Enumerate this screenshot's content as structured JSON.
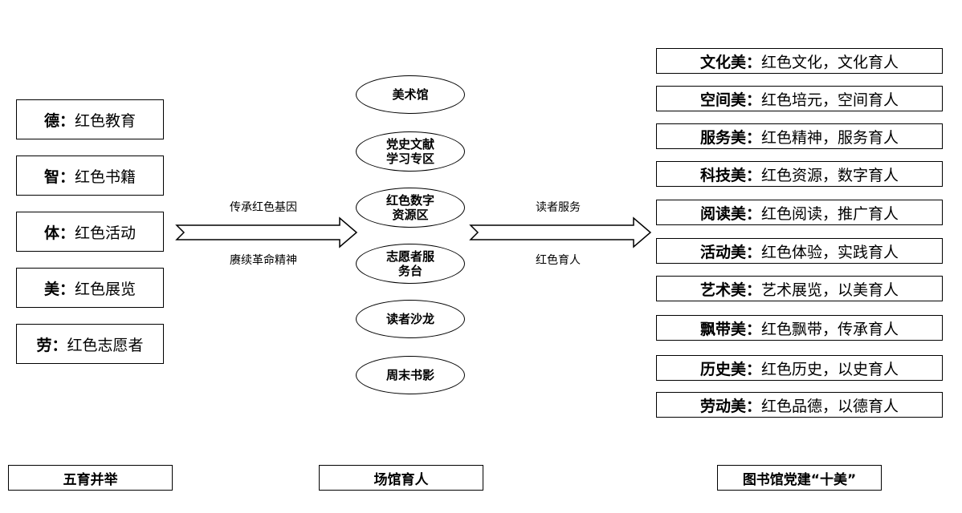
{
  "left": {
    "items": [
      {
        "key": "德",
        "sep": "：",
        "value": "红色教育"
      },
      {
        "key": "智",
        "sep": "：",
        "value": "红色书籍"
      },
      {
        "key": "体",
        "sep": "：",
        "value": "红色活动"
      },
      {
        "key": "美",
        "sep": "：",
        "value": "红色展览"
      },
      {
        "key": "劳",
        "sep": "：",
        "value": "红色志愿者"
      }
    ],
    "footer": "五育并举"
  },
  "arrow1": {
    "top_label": "传承红色基因",
    "bottom_label": "赓续革命精神"
  },
  "center": {
    "ovals": [
      {
        "line1": "美术馆",
        "line2": ""
      },
      {
        "line1": "党史文献",
        "line2": "学习专区"
      },
      {
        "line1": "红色数字",
        "line2": "资源区"
      },
      {
        "line1": "志愿者服",
        "line2": "务台"
      },
      {
        "line1": "读者沙龙",
        "line2": ""
      },
      {
        "line1": "周末书影",
        "line2": ""
      }
    ],
    "footer": "场馆育人"
  },
  "arrow2": {
    "top_label": "读者服务",
    "bottom_label": "红色育人"
  },
  "right": {
    "items": [
      {
        "key": "文化美",
        "sep": "：",
        "value": "红色文化，文化育人"
      },
      {
        "key": "空间美",
        "sep": "：",
        "value": "红色培元，空间育人"
      },
      {
        "key": "服务美",
        "sep": "：",
        "value": "红色精神，服务育人"
      },
      {
        "key": "科技美",
        "sep": "：",
        "value": "红色资源，数字育人"
      },
      {
        "key": "阅读美",
        "sep": "：",
        "value": "红色阅读，推广育人"
      },
      {
        "key": "活动美",
        "sep": "：",
        "value": "红色体验，实践育人"
      },
      {
        "key": "艺术美",
        "sep": "：",
        "value": "艺术展览，以美育人"
      },
      {
        "key": "飘带美",
        "sep": "：",
        "value": "红色飘带，传承育人"
      },
      {
        "key": "历史美",
        "sep": "：",
        "value": "红色历史，以史育人"
      },
      {
        "key": "劳动美",
        "sep": "：",
        "value": "红色品德，以德育人"
      }
    ],
    "footer": "图书馆党建“十美”"
  }
}
